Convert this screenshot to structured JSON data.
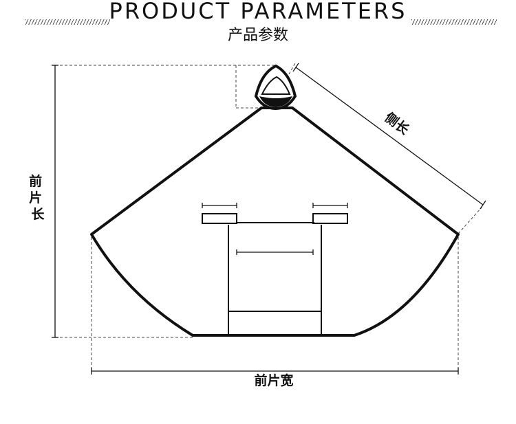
{
  "title": "PRODUCT PARAMETERS",
  "subtitle": "产品参数",
  "dimensions": {
    "front_length": "前片长",
    "side_length": "侧长",
    "front_width": "前片宽"
  }
}
